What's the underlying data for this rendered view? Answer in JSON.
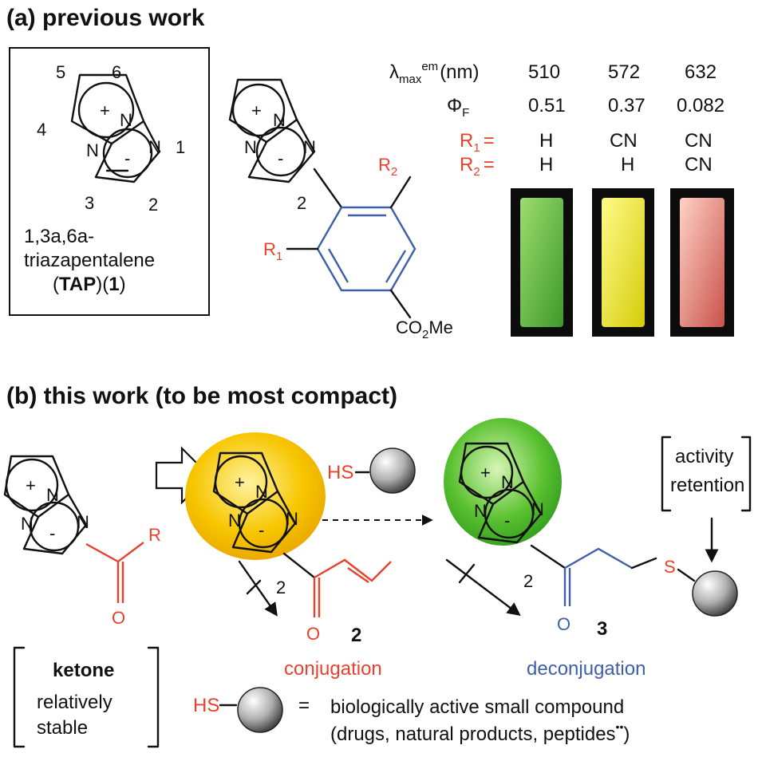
{
  "panel_a": {
    "title": "(a) previous work",
    "tap_box": {
      "positions": [
        "5",
        "6",
        "4",
        "1",
        "3",
        "2"
      ],
      "name_line1": "1,3a,6a-",
      "name_line2": "triazapentalene",
      "name_line3_open": "(",
      "name_abbr": "TAP",
      "name_mid": ")(",
      "name_num": "1",
      "name_close": ")"
    },
    "compound": {
      "pos2": "2",
      "r1": "R",
      "r1_sub": "1",
      "r2": "R",
      "r2_sub": "2",
      "ester": "CO",
      "ester_sub": "2",
      "ester_end": "Me"
    },
    "table": {
      "lambda": "λ",
      "lambda_sub": "max",
      "lambda_sup": "em",
      "lambda_unit": "(nm)",
      "phi": "Φ",
      "phi_sub": "F",
      "r1_label": "R",
      "r1_sub": "1",
      "r2_label": "R",
      "r2_sub": "2",
      "equals": "=",
      "columns": [
        {
          "lambda": "510",
          "phi": "0.51",
          "r1": "H",
          "r2": "H",
          "color": "#6fbf3a"
        },
        {
          "lambda": "572",
          "phi": "0.37",
          "r1": "CN",
          "r2": "H",
          "color": "#e8e018"
        },
        {
          "lambda": "632",
          "phi": "0.082",
          "r1": "CN",
          "r2": "CN",
          "color": "#f08a7a"
        }
      ]
    }
  },
  "panel_b": {
    "title": "(b) this work (to be most compact)",
    "start": {
      "r": "R",
      "o": "O"
    },
    "ketone": {
      "word": "ketone",
      "desc1": "relatively",
      "desc2": "stable"
    },
    "compound2": {
      "num": "2",
      "pos": "2",
      "o": "O",
      "label": "conjugation"
    },
    "reagent": {
      "hs": "HS"
    },
    "compound3": {
      "num": "3",
      "pos": "2",
      "o": "O",
      "s": "S",
      "label": "deconjugation"
    },
    "activity": {
      "line1": "activity",
      "line2": "retention"
    },
    "legend": {
      "hs": "HS",
      "equals": "=",
      "line1": "biologically active small compound",
      "line2": "(drugs, natural products, peptides",
      "line2_mark": "••",
      "line2_end": ")"
    },
    "atoms": {
      "n": "N",
      "plus": "+",
      "minus": "-"
    }
  },
  "colors": {
    "red": "#e8412c",
    "blue": "#3f5fa8",
    "yellow_glow": "#f7c600",
    "green_glow": "#4fb52a"
  }
}
